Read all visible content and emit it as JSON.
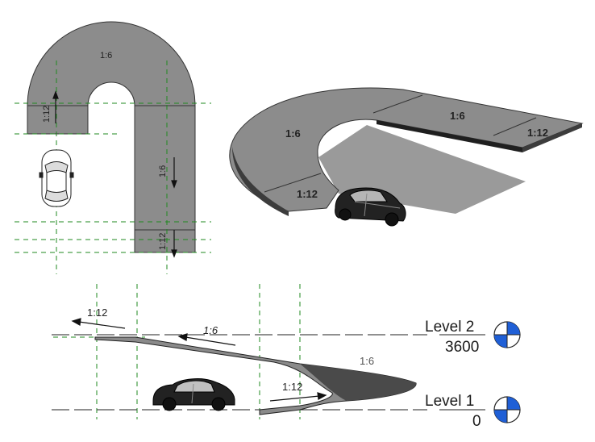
{
  "plan": {
    "slope_top": "1:6",
    "slope_left": "1:12",
    "slope_right": "1:6",
    "slope_bottom": "1:12"
  },
  "perspective": {
    "slope_left": "1:6",
    "slope_mid": "1:6",
    "slope_right": "1:12",
    "slope_entry": "1:12"
  },
  "section": {
    "slope_top_left": "1:12",
    "slope_mid": "1:6",
    "slope_far": "1:6",
    "slope_bottom": "1:12"
  },
  "levels": [
    {
      "name": "Level 2",
      "elevation": "3600"
    },
    {
      "name": "Level 1",
      "elevation": "0"
    }
  ],
  "colors": {
    "ramp_fill": "#8c8c8c",
    "ramp_dark": "#3c3c3c",
    "shadow": "#9a9a9a",
    "grid_line": "#1f8a1f",
    "level_marker": "#1f5fd6"
  }
}
